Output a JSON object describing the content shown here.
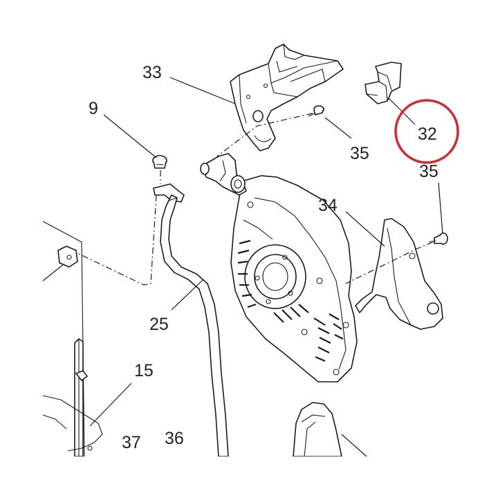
{
  "callouts": {
    "c33": "33",
    "c9": "9",
    "c35a": "35",
    "c32": "32",
    "c35b": "35",
    "c34": "34",
    "c25": "25",
    "c15": "15",
    "c37": "37",
    "c36": "36"
  },
  "highlight": {
    "color": "#d9252f",
    "target": "32"
  },
  "colors": {
    "line": "#1a1a1a",
    "background": "#ffffff"
  }
}
